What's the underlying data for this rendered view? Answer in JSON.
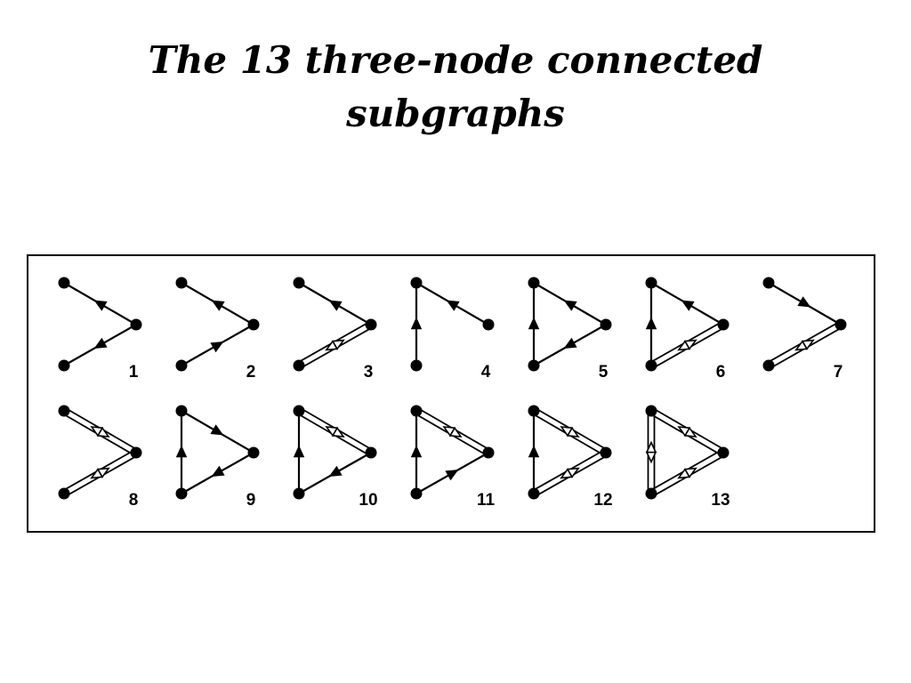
{
  "title": "The 13 three-node connected subgraphs",
  "colors": {
    "ink": "#000000",
    "background": "#ffffff"
  },
  "motifs": [
    {
      "label": "1",
      "edges": [
        [
          "B",
          "A"
        ],
        [
          "B",
          "C"
        ]
      ]
    },
    {
      "label": "2",
      "edges": [
        [
          "B",
          "A"
        ],
        [
          "C",
          "B"
        ]
      ]
    },
    {
      "label": "3",
      "edges": [
        [
          "B",
          "A"
        ],
        [
          "B",
          "C"
        ],
        [
          "C",
          "B"
        ]
      ]
    },
    {
      "label": "4",
      "edges": [
        [
          "C",
          "A"
        ],
        [
          "B",
          "A"
        ]
      ]
    },
    {
      "label": "5",
      "edges": [
        [
          "B",
          "A"
        ],
        [
          "B",
          "C"
        ],
        [
          "C",
          "A"
        ]
      ]
    },
    {
      "label": "6",
      "edges": [
        [
          "B",
          "A"
        ],
        [
          "B",
          "C"
        ],
        [
          "C",
          "B"
        ],
        [
          "C",
          "A"
        ]
      ]
    },
    {
      "label": "7",
      "edges": [
        [
          "A",
          "B"
        ],
        [
          "B",
          "C"
        ],
        [
          "C",
          "B"
        ]
      ]
    },
    {
      "label": "8",
      "edges": [
        [
          "A",
          "B"
        ],
        [
          "B",
          "A"
        ],
        [
          "B",
          "C"
        ],
        [
          "C",
          "B"
        ]
      ]
    },
    {
      "label": "9",
      "edges": [
        [
          "A",
          "B"
        ],
        [
          "B",
          "C"
        ],
        [
          "C",
          "A"
        ]
      ]
    },
    {
      "label": "10",
      "edges": [
        [
          "A",
          "B"
        ],
        [
          "B",
          "A"
        ],
        [
          "B",
          "C"
        ],
        [
          "C",
          "A"
        ]
      ]
    },
    {
      "label": "11",
      "edges": [
        [
          "A",
          "B"
        ],
        [
          "B",
          "A"
        ],
        [
          "C",
          "B"
        ],
        [
          "C",
          "A"
        ]
      ]
    },
    {
      "label": "12",
      "edges": [
        [
          "A",
          "B"
        ],
        [
          "B",
          "A"
        ],
        [
          "B",
          "C"
        ],
        [
          "C",
          "B"
        ],
        [
          "C",
          "A"
        ]
      ]
    },
    {
      "label": "13",
      "edges": [
        [
          "A",
          "B"
        ],
        [
          "B",
          "A"
        ],
        [
          "B",
          "C"
        ],
        [
          "C",
          "B"
        ],
        [
          "C",
          "A"
        ],
        [
          "A",
          "C"
        ]
      ]
    }
  ]
}
